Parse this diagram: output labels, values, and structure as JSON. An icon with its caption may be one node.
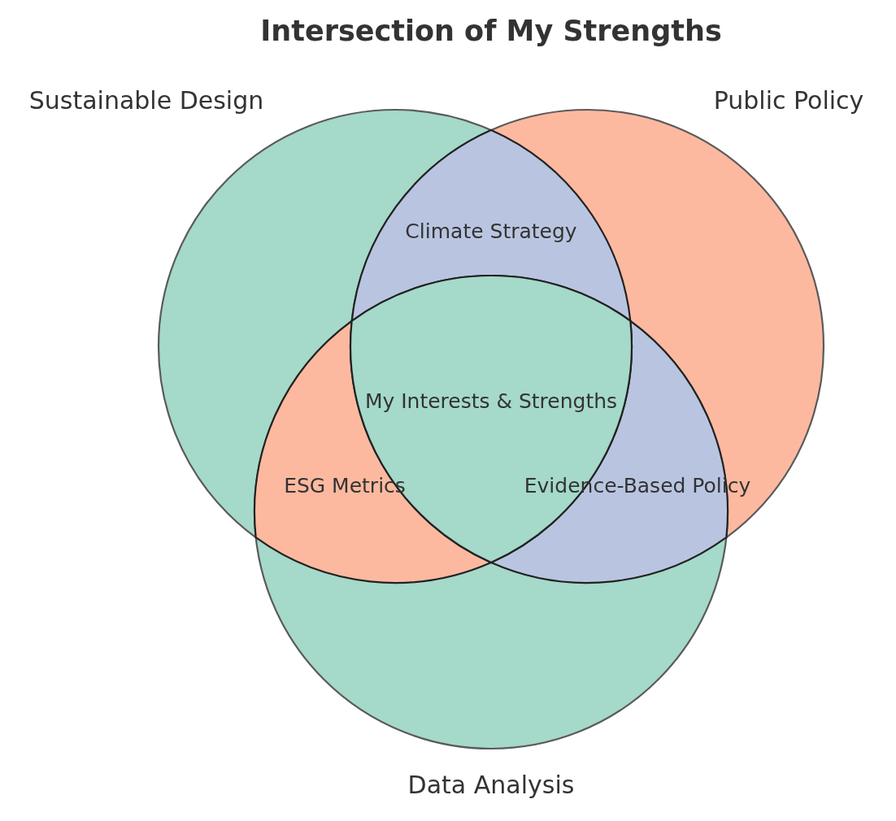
{
  "diagram": {
    "title": "Intersection of My Strengths",
    "nodes": [
      {
        "text": [
          "Sustainable Design"
        ]
      },
      {
        "text": [
          "Public Policy"
        ]
      },
      {
        "text": [
          "Data Analysis"
        ]
      }
    ],
    "labels": [
      "Climate Strategy",
      "My Interests & Strengths",
      "ESG Metrics",
      "Evidence-Based Policy"
    ]
  }
}
